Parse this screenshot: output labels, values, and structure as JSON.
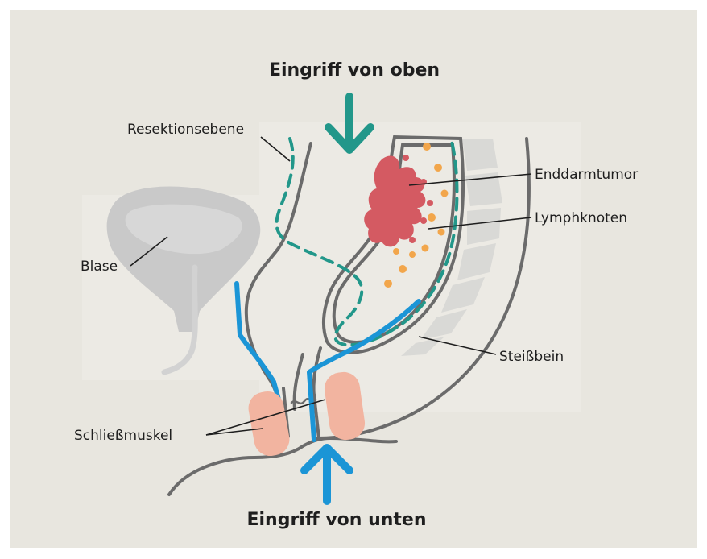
{
  "titles": {
    "top": "Eingriff von oben",
    "bottom": "Eingriff von unten"
  },
  "labels": {
    "resection_plane": "Resektionsebene",
    "bladder": "Blase",
    "tumor": "Enddarmtumor",
    "lymph_nodes": "Lymphknoten",
    "coccyx": "Steißbein",
    "sphincter": "Schließmuskel"
  },
  "colors": {
    "background": "#e8e6df",
    "outline": "#6b6b6b",
    "resection": "#22978a",
    "surgery_path": "#1b95d6",
    "tumor": "#d45a62",
    "lymph": "#f2a64b",
    "sphincter": "#f2b4a0",
    "bladder": "#c9c9c9",
    "bone": "#d9d9d6",
    "arrow_top": "#22978a",
    "arrow_bottom": "#1b95d6"
  },
  "icons": {
    "arrow_top": "arrow-down-icon",
    "arrow_bottom": "arrow-up-icon"
  }
}
